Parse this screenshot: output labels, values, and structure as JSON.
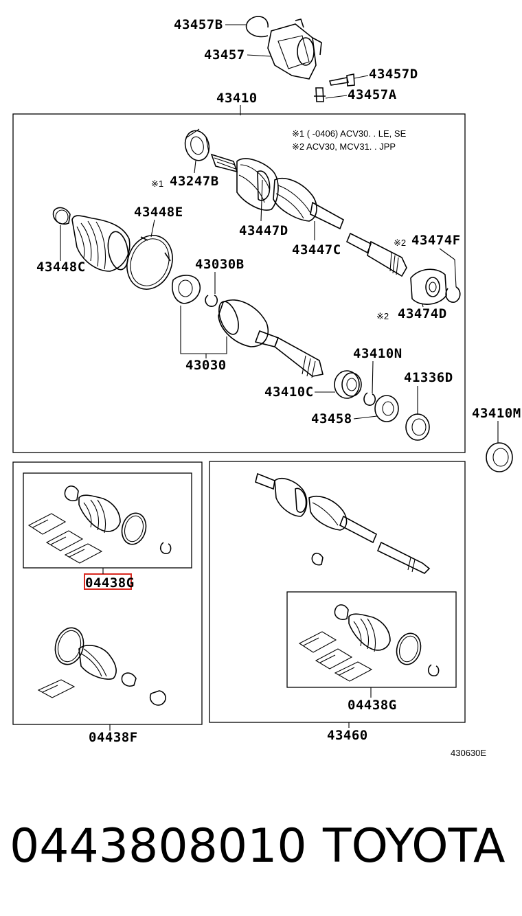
{
  "callouts": {
    "c43457B": "43457B",
    "c43457": "43457",
    "c43457D": "43457D",
    "c43457A": "43457A",
    "c43410": "43410",
    "c43247B": "43247B",
    "c43448E": "43448E",
    "c43448C": "43448C",
    "c43447D": "43447D",
    "c43447C": "43447C",
    "c43474F": "43474F",
    "c43474D": "43474D",
    "c43030B": "43030B",
    "c43030": "43030",
    "c43410N": "43410N",
    "c43410C": "43410C",
    "c41336D": "41336D",
    "c43458": "43458",
    "c43410M": "43410M",
    "c04438G_left": "04438G",
    "c04438F": "04438F",
    "c04438G_right": "04438G",
    "c43460": "43460"
  },
  "markers": {
    "m1": "※1",
    "m2": "※2"
  },
  "notes": {
    "note1": "※1 (        -0406) ACV30. . LE, SE",
    "note2": "※2  ACV30, MCV31. . JPP"
  },
  "diagram_ref": "430630E",
  "caption": {
    "part_number": "0443808010",
    "brand": "TOYOTA"
  },
  "colors": {
    "highlight": "#d8281f",
    "ink": "#000000"
  }
}
